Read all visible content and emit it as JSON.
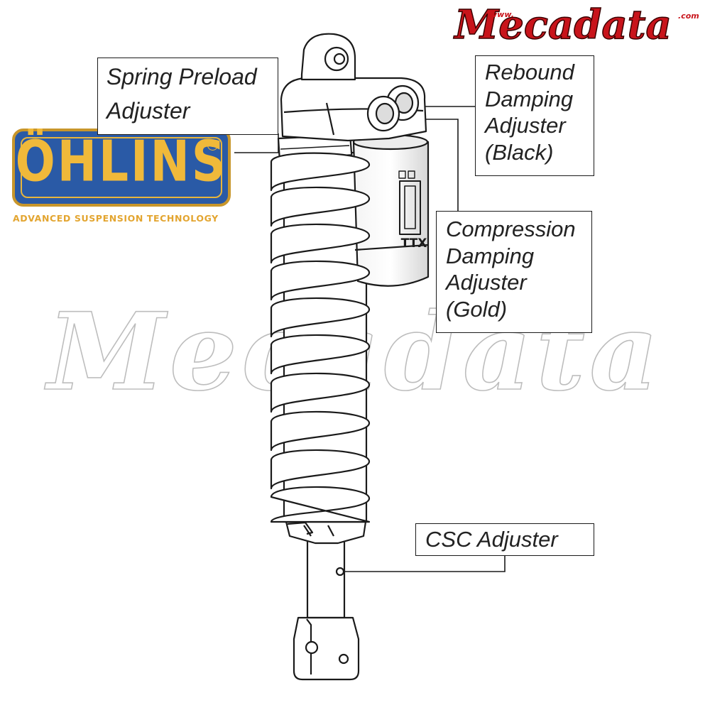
{
  "brand": {
    "header_logo_text": "Mecadata",
    "header_prefix": "www.",
    "header_suffix": ".com",
    "watermark_text": "Mecadata",
    "colors": {
      "mecadata_red": "#c8141b",
      "ohlins_blue": "#2a5aa6",
      "ohlins_gold": "#f0b93a"
    }
  },
  "ohlins": {
    "logo_text": "ÖHLINS",
    "registered_mark": "®",
    "tagline": "ADVANCED SUSPENSION TECHNOLOGY"
  },
  "shock_marks": {
    "reservoir_label": "TTX"
  },
  "callouts": {
    "spring_preload": {
      "lines": [
        "Spring Preload",
        "Adjuster"
      ]
    },
    "rebound": {
      "lines": [
        "Rebound",
        "Damping",
        "Adjuster",
        "(Black)"
      ]
    },
    "compression": {
      "lines": [
        "Compression",
        "Damping",
        "Adjuster",
        "(Gold)"
      ]
    },
    "csc": {
      "lines": [
        "CSC Adjuster"
      ]
    }
  }
}
